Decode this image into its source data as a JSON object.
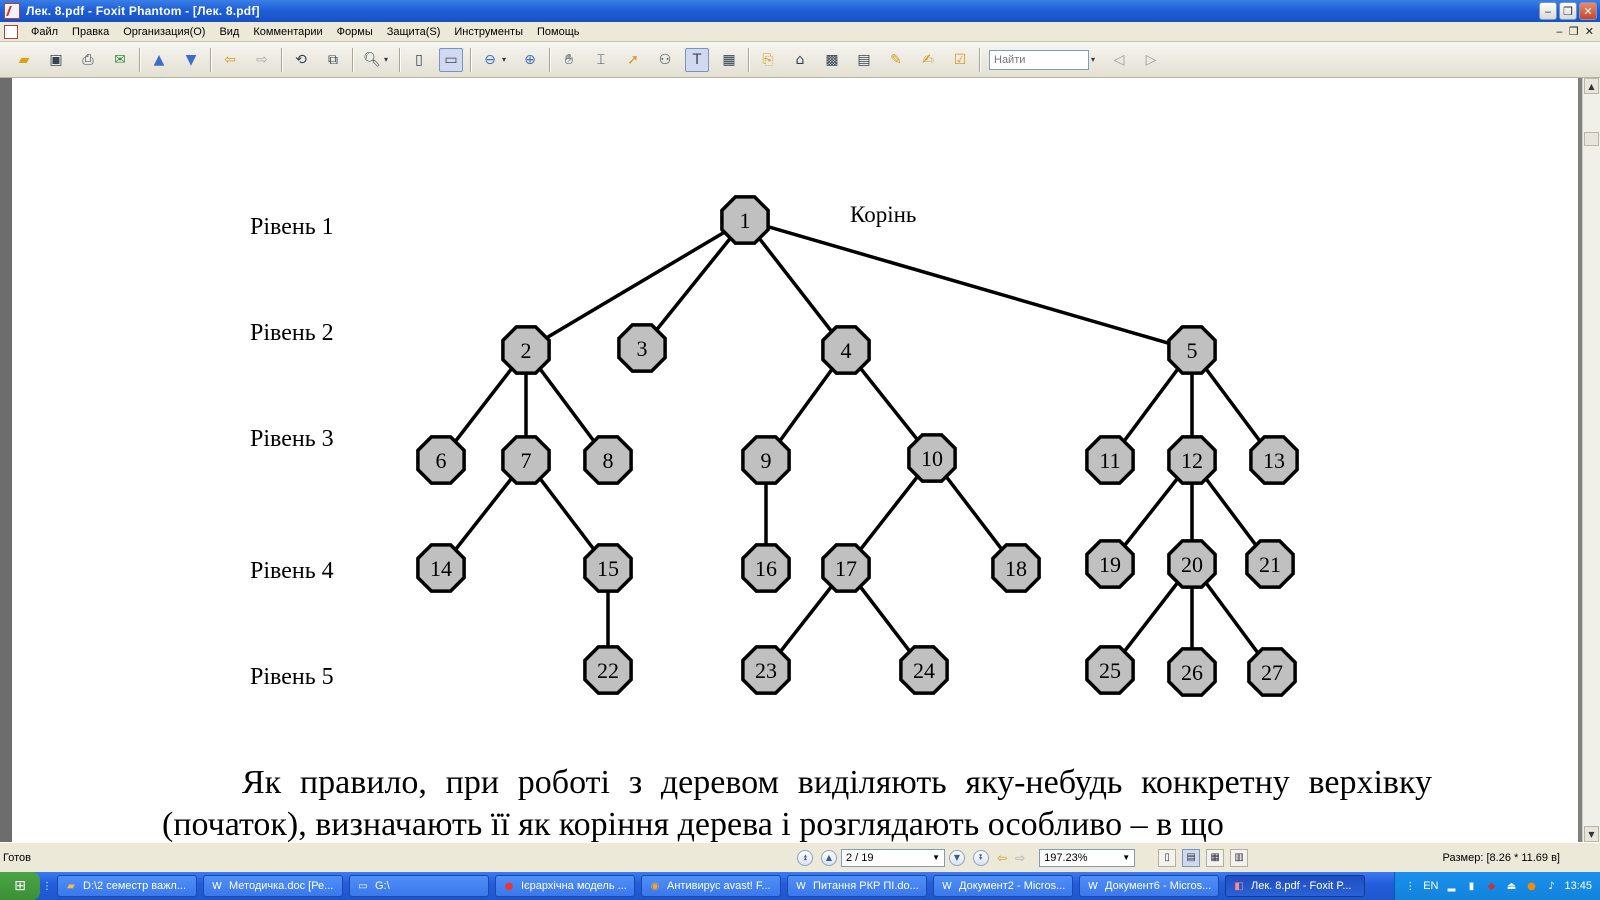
{
  "window": {
    "title": "Лек. 8.pdf - Foxit Phantom - [Лек. 8.pdf]",
    "minimize": "‒",
    "restore": "❐",
    "close": "✕"
  },
  "menu": {
    "items": [
      "Файл",
      "Правка",
      "Организация(O)",
      "Вид",
      "Комментарии",
      "Формы",
      "Защита(S)",
      "Инструменты",
      "Помощь"
    ]
  },
  "toolbar": {
    "search_placeholder": "Найти"
  },
  "document": {
    "levels": [
      "Рівень 1",
      "Рівень 2",
      "Рівень 3",
      "Рівень 4",
      "Рівень 5"
    ],
    "root_label": "Корінь",
    "nodes": [
      "1",
      "2",
      "3",
      "4",
      "5",
      "6",
      "7",
      "8",
      "9",
      "10",
      "11",
      "12",
      "13",
      "14",
      "15",
      "16",
      "17",
      "18",
      "19",
      "20",
      "21",
      "22",
      "23",
      "24",
      "25",
      "26",
      "27"
    ],
    "edges": [
      [
        1,
        2
      ],
      [
        1,
        3
      ],
      [
        1,
        4
      ],
      [
        1,
        5
      ],
      [
        2,
        6
      ],
      [
        2,
        7
      ],
      [
        2,
        8
      ],
      [
        4,
        9
      ],
      [
        4,
        10
      ],
      [
        5,
        11
      ],
      [
        5,
        12
      ],
      [
        5,
        13
      ],
      [
        7,
        14
      ],
      [
        7,
        15
      ],
      [
        9,
        16
      ],
      [
        10,
        17
      ],
      [
        10,
        18
      ],
      [
        12,
        19
      ],
      [
        12,
        20
      ],
      [
        12,
        21
      ],
      [
        15,
        22
      ],
      [
        17,
        23
      ],
      [
        17,
        24
      ],
      [
        20,
        25
      ],
      [
        20,
        26
      ],
      [
        20,
        27
      ]
    ],
    "paragraph": "Як правило, при роботі з деревом виділяють яку-небудь конкретну верхівку (початок), визначають її як коріння дерева і розглядають особливо – в що"
  },
  "status": {
    "text": "Готов",
    "page": "2 / 19",
    "zoom": "197.23%",
    "size": "Размер: [8.26 * 11.69 в]"
  },
  "taskbar": {
    "tasks": [
      {
        "label": "D:\\2 семестр важл...",
        "icon": "folder-icon"
      },
      {
        "label": "Методичка.doc [Ре...",
        "icon": "word-icon"
      },
      {
        "label": "G:\\",
        "icon": "drive-icon"
      },
      {
        "label": "Ієрархічна модель ...",
        "icon": "opera-icon"
      },
      {
        "label": "Антивирус avast! F...",
        "icon": "chrome-icon"
      },
      {
        "label": "Питання РКР ПІ.do...",
        "icon": "word-icon"
      },
      {
        "label": "Документ2 - Micros...",
        "icon": "word-icon"
      },
      {
        "label": "Документ6 - Micros...",
        "icon": "word-icon"
      },
      {
        "label": "Лек. 8.pdf - Foxit P...",
        "icon": "foxit-icon"
      }
    ],
    "lang": "EN",
    "clock": "13:45"
  }
}
